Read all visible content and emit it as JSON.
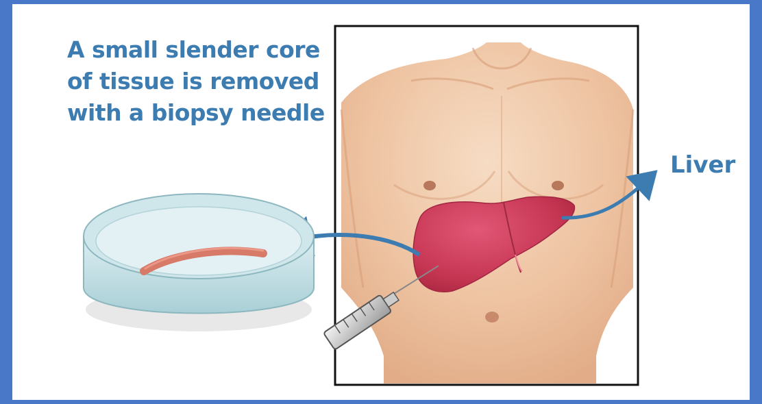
{
  "caption": {
    "line1": "A small slender core",
    "line2": "of tissue is removed",
    "line3": "with a biopsy needle"
  },
  "labels": {
    "liver": "Liver"
  },
  "colors": {
    "border": "#4a78c8",
    "text": "#3d7cb0",
    "arrow": "#3d7cb0",
    "liver": "#c73a5a",
    "skin": "#f0c9a8",
    "tissue_sample": "#e08a78"
  },
  "icons": [
    "petri-dish",
    "torso",
    "liver",
    "biopsy-needle",
    "arrow-to-dish",
    "arrow-to-label"
  ]
}
